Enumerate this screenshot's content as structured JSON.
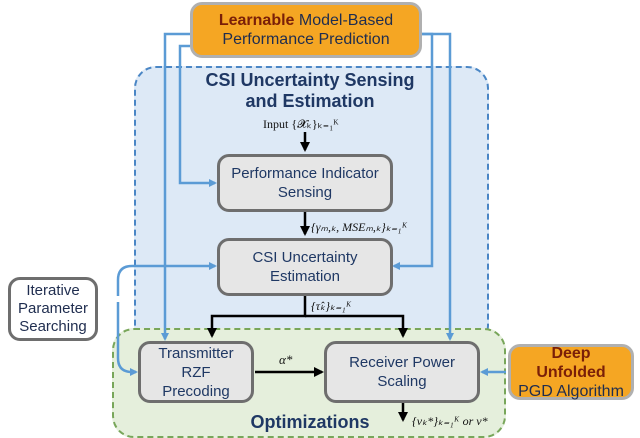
{
  "top_box": {
    "bold": "Learnable",
    "rest": " Model-Based",
    "line2": "Performance Prediction"
  },
  "sensing_region": {
    "title_line1": "CSI Uncertainty Sensing",
    "title_line2": "and Estimation"
  },
  "optimization_region": {
    "title": "Optimizations"
  },
  "input_label": "Input {𝓧ₖ}ₖ₌₁ᴷ",
  "indicator_box": {
    "line1": "Performance Indicator",
    "line2": "Sensing"
  },
  "indicator_output_label": "{γₘ,ₖ, MSEₘ,ₖ}ₖ₌₁ᴷ",
  "csi_box": {
    "line1": "CSI Uncertainty",
    "line2": "Estimation"
  },
  "csi_output_label": "{τ̂ₖ}ₖ₌₁ᴷ",
  "iterative_box": {
    "line1": "Iterative",
    "line2": "Parameter",
    "line3": "Searching"
  },
  "rzf_box": {
    "line1": "Transmitter RZF",
    "line2": "Precoding"
  },
  "alpha_label": "α*",
  "power_box": {
    "line1": "Receiver Power",
    "line2": "Scaling"
  },
  "output_label": "{vₖ*}ₖ₌₁ᴷ or v*",
  "pgd_box": {
    "bold": "Deep Unfolded",
    "line2": "PGD Algorithm"
  },
  "colors": {
    "blue_arrow": "#5b9bd5",
    "black_arrow": "#000000",
    "orange": "#f5a623",
    "gray_border": "#6e6e6e"
  }
}
